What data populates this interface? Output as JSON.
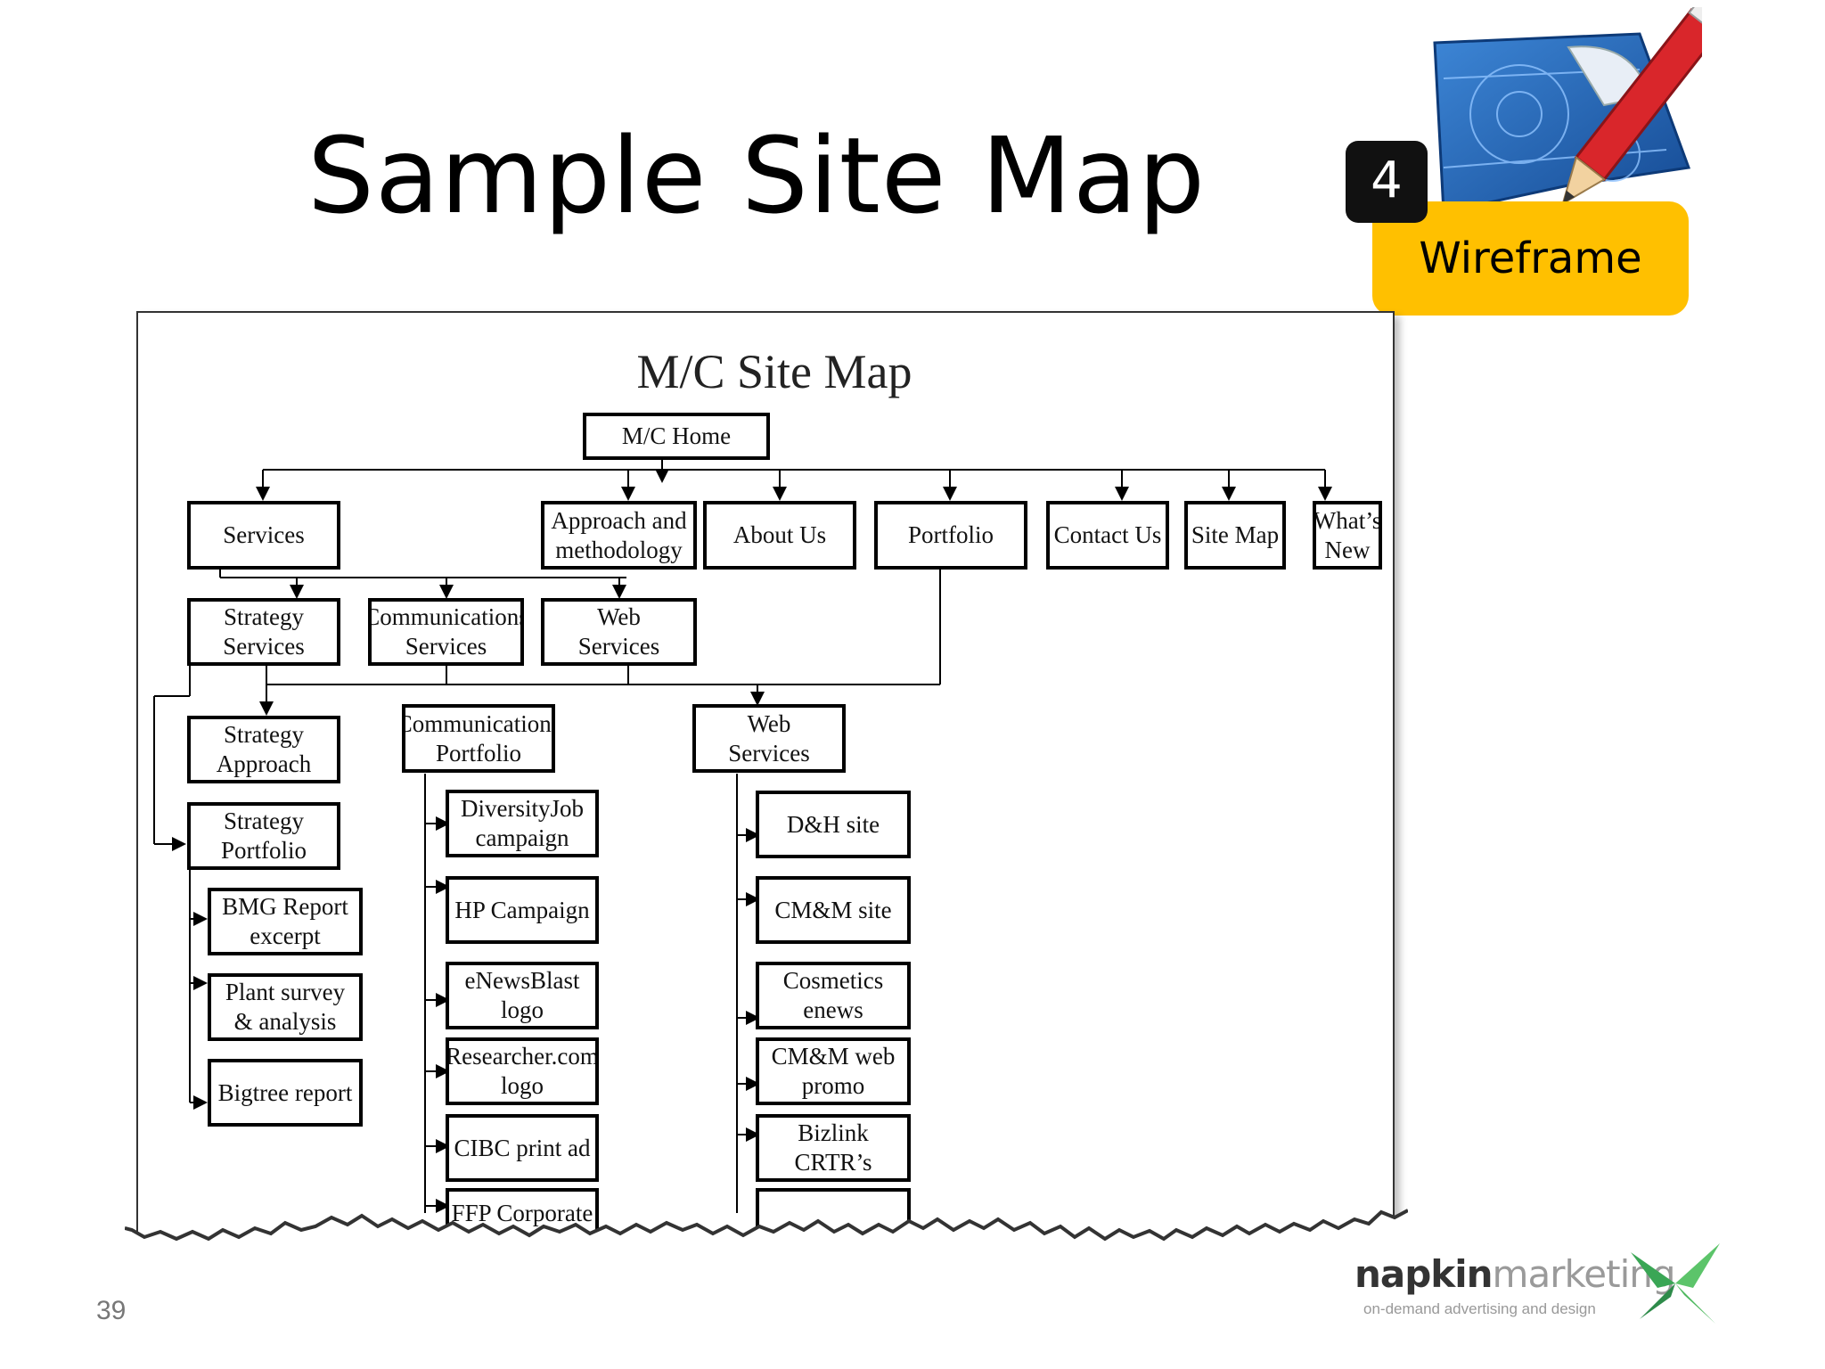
{
  "slide": {
    "title": "Sample Site Map",
    "number": "39"
  },
  "badge": {
    "step": "4",
    "label": "Wireframe"
  },
  "sitemap": {
    "title": "M/C Site Map",
    "nodes": {
      "home": "M/C Home",
      "services": "Services",
      "approach": "Approach and\nmethodology",
      "about": "About Us",
      "portfolio": "Portfolio",
      "contact": "Contact Us",
      "sitemap": "Site Map",
      "whats_new": "What’s\nNew",
      "strategy_services": "Strategy\nServices",
      "communications_services": "Communications\nServices",
      "web_services_top": "Web\nServices",
      "strategy_approach": "Strategy\nApproach",
      "strategy_portfolio": "Strategy\nPortfolio",
      "bmg": "BMG Report\nexcerpt",
      "plant": "Plant survey\n& analysis",
      "bigtree": "Bigtree report",
      "communications_portfolio": "Communications\nPortfolio",
      "diversity": "DiversityJob\ncampaign",
      "hp": "HP Campaign",
      "enewsblast": "eNewsBlast\nlogo",
      "researcher": "Researcher.com\nlogo",
      "cibc": "CIBC print ad",
      "ffp": "FFP Corporate",
      "web_services_portfolio": "Web\nServices",
      "dh": "D&H site",
      "cmm_site": "CM&M site",
      "cosmetics": "Cosmetics\nenews",
      "cmm_web": "CM&M web\npromo",
      "bizlink": "Bizlink CRTR’s"
    }
  },
  "logo": {
    "name_bold": "napkin",
    "name_light": "marketing",
    "tagline": "on-demand advertising and design"
  },
  "colors": {
    "badge_yellow": "#ffc000",
    "blueprint_blue": "#1f5fb3",
    "pencil_red": "#d9262b",
    "leaf_green": "#3aa655"
  }
}
